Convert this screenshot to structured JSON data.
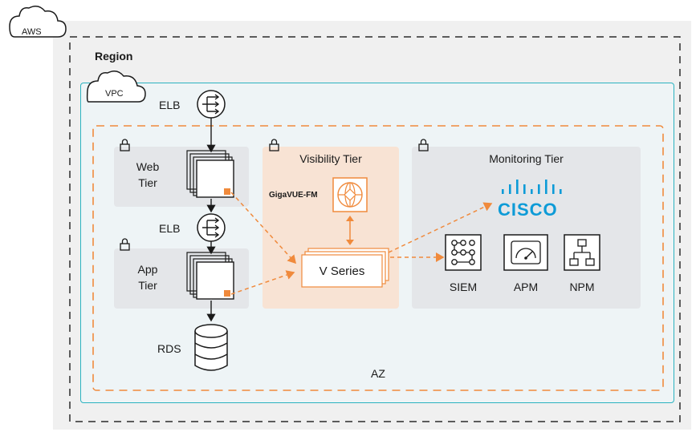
{
  "cloud": {
    "aws_label": "AWS",
    "vpc_label": "VPC"
  },
  "region": {
    "label": "Region"
  },
  "az": {
    "label": "AZ"
  },
  "elb_top": {
    "label": "ELB"
  },
  "elb_mid": {
    "label": "ELB"
  },
  "web_tier": {
    "line1": "Web",
    "line2": "Tier"
  },
  "app_tier": {
    "line1": "App",
    "line2": "Tier"
  },
  "rds": {
    "label": "RDS"
  },
  "visibility_tier": {
    "title": "Visibility Tier",
    "fm_label": "GigaVUE-FM",
    "v_series_label": "V Series"
  },
  "monitoring_tier": {
    "title": "Monitoring Tier",
    "brand": "CISCO",
    "tools": [
      {
        "label": "SIEM"
      },
      {
        "label": "APM"
      },
      {
        "label": "NPM"
      }
    ]
  },
  "colors": {
    "accent_orange": "#f08a3c",
    "vpc_teal": "#2bb3c0",
    "cisco_blue": "#0d9bd7"
  }
}
